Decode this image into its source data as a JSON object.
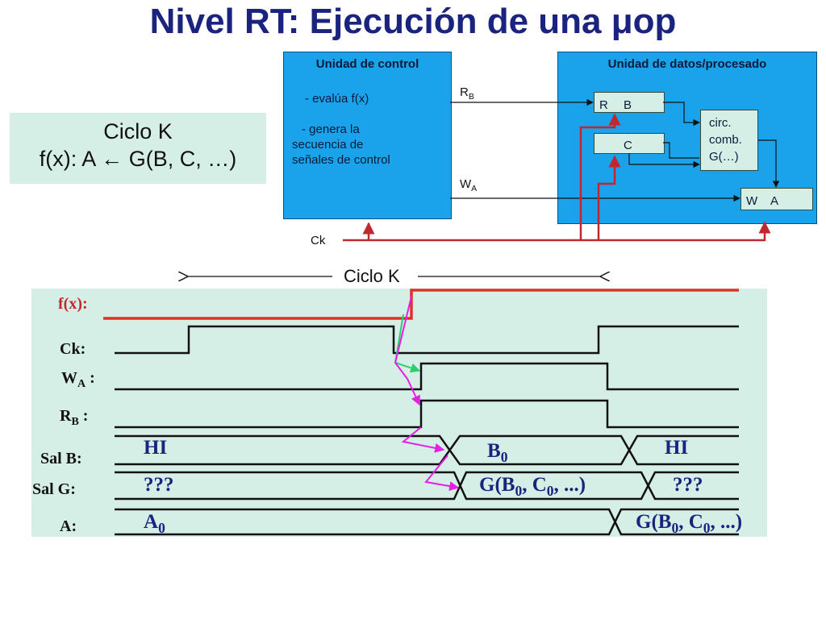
{
  "title": "Nivel RT: Ejecución de una μop",
  "control_unit": {
    "title": "Unidad de control",
    "line1": "- evalúa f(x)",
    "line2a": "- genera la",
    "line2b": "secuencia de",
    "line2c": "señales de control"
  },
  "data_unit": {
    "title": "Unidad de datos/procesado",
    "reg_b": "R",
    "reg_b_name": "B",
    "reg_c": "C",
    "comb1": "circ.",
    "comb2": "comb.",
    "comb3": "G(…)",
    "reg_a": "W",
    "reg_a_name": "A"
  },
  "signals": {
    "rb": "R",
    "rb_sub": "B",
    "wa": "W",
    "wa_sub": "A",
    "ck": "Ck"
  },
  "ciclo_box": {
    "line1": "Ciclo K",
    "line2": "f(x): A ← G(B, C, …)"
  },
  "timing": {
    "cycle_label": "Ciclo K",
    "labels": {
      "fx": "f(x):",
      "ck": "Ck:",
      "wa": "W",
      "wa_sub": "A",
      "wa_colon": " :",
      "rb": "R",
      "rb_sub": "B",
      "rb_colon": " :",
      "salb": "Sal B:",
      "salg": "Sal G:",
      "a": "A:"
    },
    "values": {
      "salb_hi1": "HI",
      "salb_b0": "B",
      "salb_b0_sub": "0",
      "salb_hi2": "HI",
      "salg_q1": "???",
      "salg_g_pre": "G(B",
      "salg_g_sub1": "0",
      "salg_g_mid": ", C",
      "salg_g_sub2": "0",
      "salg_g_post": ", ...)",
      "salg_q2": "???",
      "a_a0": "A",
      "a_a0_sub": "0",
      "a_g_pre": "G(B",
      "a_g_sub1": "0",
      "a_g_mid": ", C",
      "a_g_sub2": "0",
      "a_g_post": ", ...)"
    }
  },
  "colors": {
    "title": "#1a237e",
    "box_fill": "#1aa3ea",
    "light_fill": "#d6efe6",
    "red": "#c0282d",
    "magenta": "#e61ee6",
    "green": "#2ecc71"
  }
}
